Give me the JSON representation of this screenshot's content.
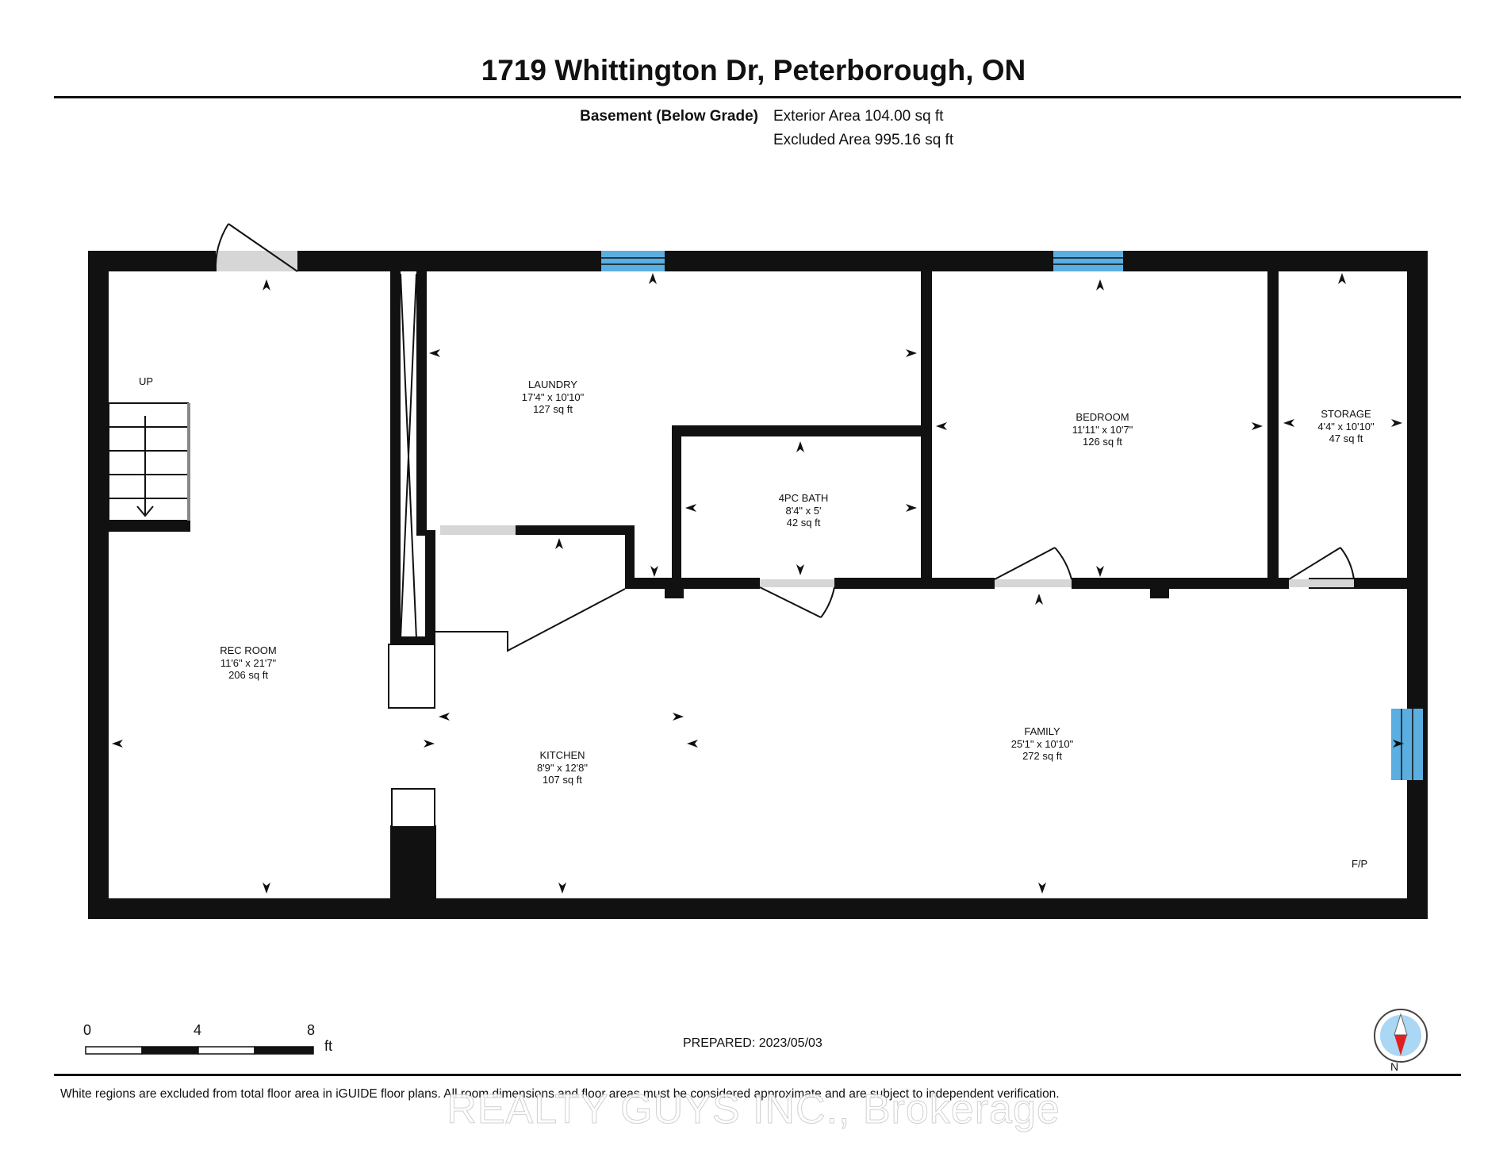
{
  "header": {
    "title": "1719 Whittington Dr, Peterborough, ON",
    "floor_name": "Basement (Below Grade)",
    "exterior_area": "Exterior Area 104.00 sq ft",
    "excluded_area": "Excluded Area 995.16 sq ft"
  },
  "rooms": {
    "laundry": {
      "name": "LAUNDRY",
      "dims": "17'4\" x 10'10\"",
      "area": "127 sq ft"
    },
    "bedroom": {
      "name": "BEDROOM",
      "dims": "11'11\" x 10'7\"",
      "area": "126 sq ft"
    },
    "storage": {
      "name": "STORAGE",
      "dims": "4'4\" x 10'10\"",
      "area": "47 sq ft"
    },
    "bath": {
      "name": "4PC BATH",
      "dims": "8'4\" x 5'",
      "area": "42 sq ft"
    },
    "rec_room": {
      "name": "REC ROOM",
      "dims": "11'6\" x 21'7\"",
      "area": "206 sq ft"
    },
    "kitchen": {
      "name": "KITCHEN",
      "dims": "8'9\" x 12'8\"",
      "area": "107 sq ft"
    },
    "family": {
      "name": "FAMILY",
      "dims": "25'1\" x 10'10\"",
      "area": "272 sq ft"
    }
  },
  "labels": {
    "stairs": "UP",
    "fireplace": "F/P"
  },
  "colors": {
    "wall": "#111111",
    "window": "#5aaee0",
    "door_opening": "#d6d6d6"
  },
  "scale_bar": {
    "ticks": [
      "0",
      "4",
      "8"
    ],
    "unit": "ft"
  },
  "prepared": "PREPARED: 2023/05/03",
  "compass": {
    "label": "N"
  },
  "footer": {
    "disclaimer": "White regions are excluded from total floor area in iGUIDE floor plans. All room dimensions and floor areas must be considered approximate and are subject to independent verification.",
    "watermark": "REALTY GUYS INC., Brokerage"
  }
}
